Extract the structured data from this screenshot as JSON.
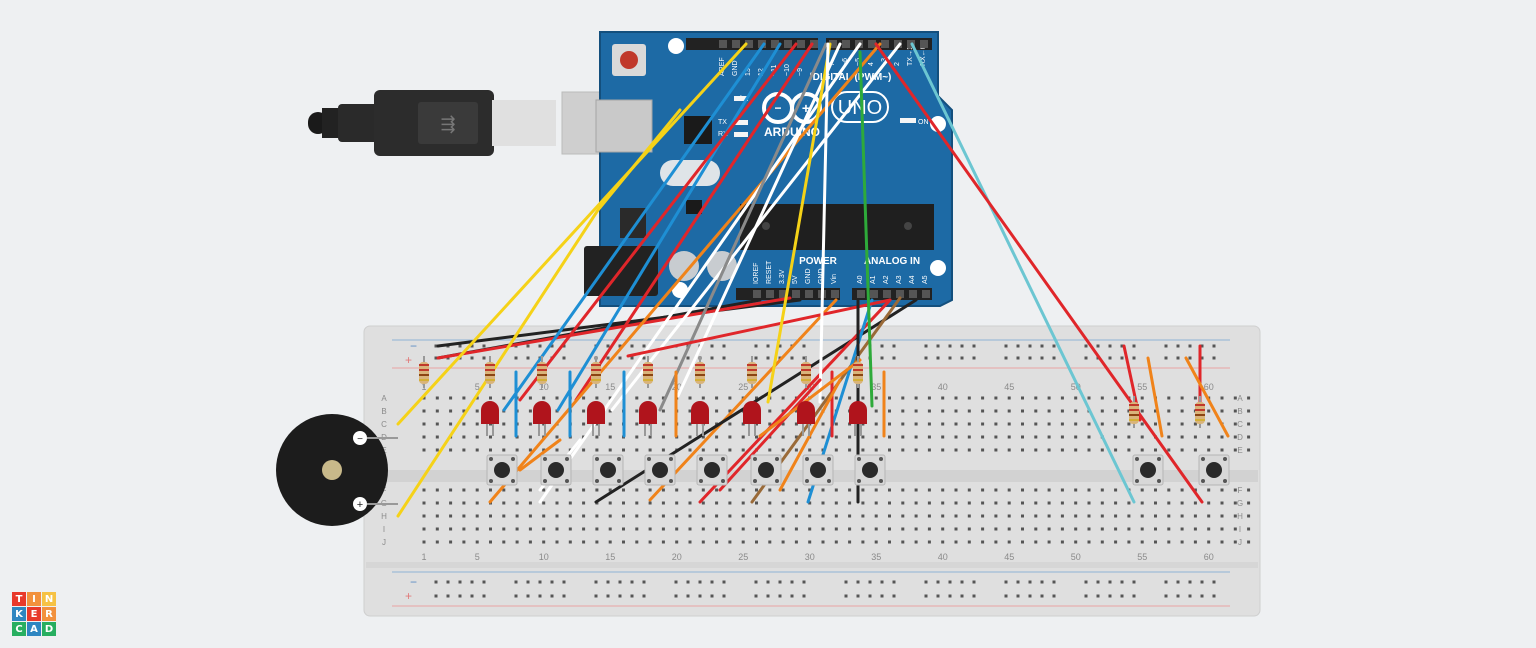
{
  "app": {
    "logo_letters": [
      "T",
      "I",
      "N",
      "K",
      "E",
      "R",
      "C",
      "A",
      "D"
    ],
    "logo_colors": [
      "#e8392b",
      "#f2913d",
      "#f6c244",
      "#2e86c1",
      "#e8392b",
      "#f2913d",
      "#27ae60",
      "#2e86c1",
      "#27ae60"
    ]
  },
  "arduino": {
    "brand": "ARDUINO",
    "model": "UNO",
    "digital_label": "DIGITAL (PWM~)",
    "power_label": "POWER",
    "analog_label": "ANALOG IN",
    "on_label": "ON",
    "tx_label": "TX",
    "rx_label": "RX",
    "l_label": "L",
    "digital_pins": [
      "AREF",
      "GND",
      "13",
      "12",
      "~11",
      "~10",
      "~9",
      "8",
      "7",
      "~6",
      "~5",
      "4",
      "~3",
      "2",
      "TX→1",
      "RX←0"
    ],
    "power_pins": [
      "IOREF",
      "RESET",
      "3.3V",
      "5V",
      "GND",
      "GND",
      "Vin"
    ],
    "analog_pins": [
      "A0",
      "A1",
      "A2",
      "A3",
      "A4",
      "A5"
    ]
  },
  "breadboard": {
    "top_column_numbers": [
      "1",
      "5",
      "10",
      "15",
      "20",
      "25",
      "30",
      "35",
      "40",
      "45",
      "50",
      "55",
      "60"
    ],
    "bottom_column_numbers": [
      "1",
      "5",
      "10",
      "15",
      "20",
      "25",
      "30",
      "35",
      "40",
      "45",
      "50",
      "55",
      "60"
    ],
    "rows_top": [
      "A",
      "B",
      "C",
      "D",
      "E"
    ],
    "rows_bottom": [
      "F",
      "G",
      "H",
      "I",
      "J"
    ],
    "rail_minus": "−",
    "rail_plus": "+"
  },
  "buzzer": {
    "minus_symbol": "−",
    "plus_symbol": "+"
  },
  "wire_colors": {
    "red": "#e0262a",
    "yellow": "#f5d218",
    "blue": "#1e8fd4",
    "white": "#ffffff",
    "black": "#222222",
    "orange": "#f0831a",
    "green": "#2eaa3a",
    "gray": "#8a8a8a",
    "brown": "#9a6a38",
    "cyan": "#6cc6d2"
  }
}
